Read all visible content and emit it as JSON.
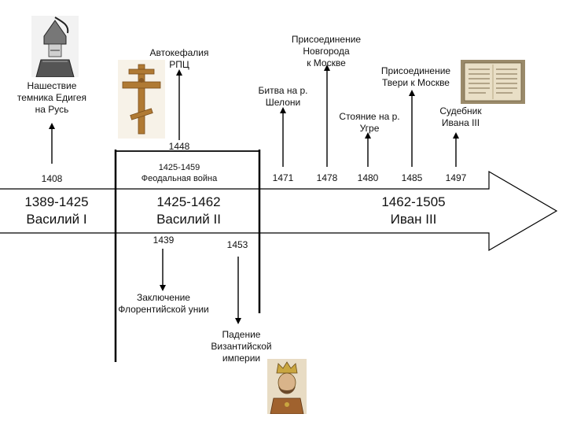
{
  "events": {
    "edigey_invasion": "Нашествие\nтемника Едигея\nна Русь",
    "autocephaly": "Автокефалия\nРПЦ",
    "shelon_battle": "Битва на р.\nШелони",
    "novgorod_join": "Присоединение\nНовгорода\nк Москве",
    "tver_join": "Присоединение\nТвери к Москве",
    "ugra_stand": "Стояние на р.\nУгре",
    "sudebnik": "Судебник\nИвана III",
    "florence_union": "Заключение\nФлорентийской унии",
    "byzantine_fall": "Падение\nВизантийской\nимперии",
    "feudal_war": "1425-1459\nФеодальная война"
  },
  "years": {
    "y1408": "1408",
    "y1448": "1448",
    "y1471": "1471",
    "y1478": "1478",
    "y1480": "1480",
    "y1485": "1485",
    "y1497": "1497",
    "y1439": "1439",
    "y1453": "1453"
  },
  "rulers": {
    "vasily1": "1389-1425\nВасилий I",
    "vasily2": "1425-1462\nВасилий II",
    "ivan3": "1462-1505\nИван III"
  },
  "icons": {
    "warrior": "helmeted-warrior-portrait",
    "cross": "orthodox-crucifix",
    "document": "old-manuscript-document",
    "emperor": "byzantine-emperor-portrait"
  },
  "colors": {
    "line": "#000000",
    "bar_fill": "#ffffff"
  }
}
